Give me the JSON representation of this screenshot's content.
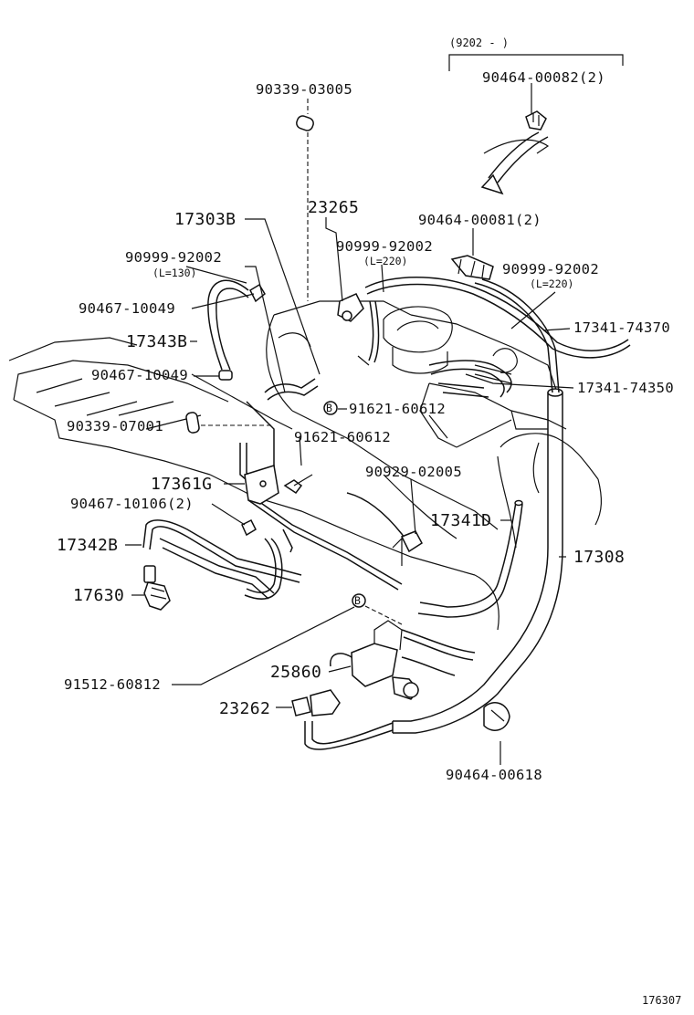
{
  "diagram": {
    "labels": {
      "date_range": "(9202 -        )",
      "p_90464_00082": "90464-00082(2)",
      "p_90339_03005": "90339-03005",
      "p_23265": "23265",
      "p_17303B": "17303B",
      "p_90464_00081": "90464-00081(2)",
      "p_90999_92002_a": "90999-92002",
      "p_len_130": "(L=130)",
      "p_90999_92002_b": "90999-92002",
      "p_len_220_a": "(L=220)",
      "p_90999_92002_c": "90999-92002",
      "p_len_220_b": "(L=220)",
      "p_90467_10049_a": "90467-10049",
      "p_17341_74370": "17341-74370",
      "p_17343B": "17343B",
      "p_90467_10049_b": "90467-10049",
      "p_17341_74350": "17341-74350",
      "p_91621_60612_a": "91621-60612",
      "p_90339_07001": "90339-07001",
      "p_91621_60612_b": "91621-60612",
      "p_90929_02005": "90929-02005",
      "p_17361G": "17361G",
      "p_90467_10106": "90467-10106(2)",
      "p_17341D": "17341D",
      "p_17342B": "17342B",
      "p_17308": "17308",
      "p_17630": "17630",
      "p_25860": "25860",
      "p_91512_60812": "91512-60812",
      "p_23262": "23262",
      "p_90464_00618": "90464-00618",
      "figure_code": "176307",
      "marker_a": "B",
      "marker_b": "B"
    }
  }
}
